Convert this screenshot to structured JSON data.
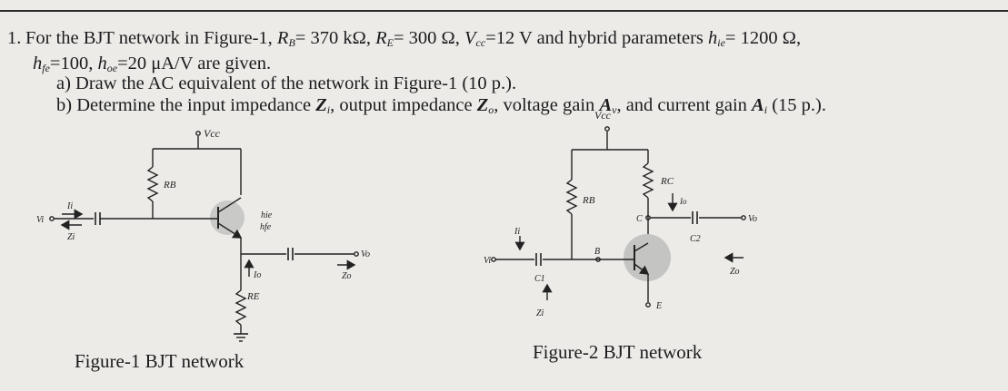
{
  "question": {
    "number": "1.",
    "line1": {
      "intro": "For the BJT network in Figure-1, ",
      "rb_sym": "R",
      "rb_sub": "B",
      "rb_val": "= 370 kΩ, ",
      "re_sym": "R",
      "re_sub": "E",
      "re_val": "= 300 Ω, ",
      "vcc_sym": "V",
      "vcc_sub": "cc",
      "vcc_val": "=12 V and  hybrid parameters ",
      "hie_sym": "h",
      "hie_sub": "ie",
      "hie_val": "= 1200 Ω,"
    },
    "line2": {
      "hfe_sym": "h",
      "hfe_sub": "fe",
      "hfe_val": "=100, ",
      "hoe_sym": "h",
      "hoe_sub": "oe",
      "hoe_val": "=20 μA/V are given."
    },
    "part_a": "a) Draw the AC equivalent of the network in Figure-1 (10 p.).",
    "part_b": {
      "text1": "b) Determine the input impedance ",
      "zi_sym": "Z",
      "zi_sub": "i",
      "text2": ", output impedance ",
      "zo_sym": "Z",
      "zo_sub": "o",
      "text3": ", voltage gain ",
      "av_sym": "A",
      "av_sub": "v",
      "text4": ", and current gain ",
      "ai_sym": "A",
      "ai_sub": "i",
      "text5": " (15 p.)."
    }
  },
  "figure1": {
    "caption": "Figure-1 BJT network",
    "labels": {
      "vcc": "Vcc",
      "rb": "RB",
      "hie": "hie",
      "hfe": "hfe",
      "vi": "Vi",
      "ii": "Ii",
      "zi": "Zi",
      "io": "Io",
      "re": "RE",
      "vo": "Vo",
      "zo": "Zo"
    }
  },
  "figure2": {
    "caption": "Figure-2 BJT network",
    "labels": {
      "vcc": "Vcc",
      "rb": "RB",
      "rc": "RC",
      "io": "Io",
      "c": "C",
      "c2": "C2",
      "vo": "Vo",
      "vi": "Vi",
      "ii": "Ii",
      "c1": "C1",
      "b": "B",
      "zi": "Zi",
      "e": "E",
      "zo": "Zo"
    }
  }
}
